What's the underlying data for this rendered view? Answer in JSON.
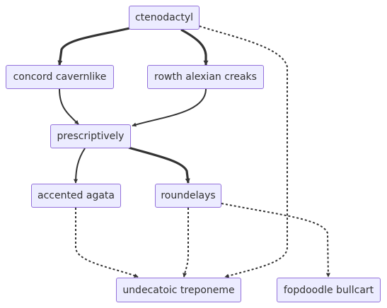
{
  "diagram": {
    "nodes": {
      "ctenodactyl": "ctenodactyl",
      "concord": "concord cavernlike",
      "rowth": "rowth alexian creaks",
      "prescriptively": "prescriptively",
      "accented": "accented agata",
      "roundelays": "roundelays",
      "undecatoic": "undecatoic treponeme",
      "fopdoodle": "fopdoodle bullcart"
    },
    "edges": [
      {
        "from": "ctenodactyl",
        "to": "concord cavernlike",
        "style": "thick"
      },
      {
        "from": "ctenodactyl",
        "to": "rowth alexian creaks",
        "style": "thick"
      },
      {
        "from": "ctenodactyl",
        "to": "undecatoic treponeme",
        "style": "dotted"
      },
      {
        "from": "concord cavernlike",
        "to": "prescriptively",
        "style": "solid"
      },
      {
        "from": "rowth alexian creaks",
        "to": "prescriptively",
        "style": "solid"
      },
      {
        "from": "prescriptively",
        "to": "accented agata",
        "style": "solid"
      },
      {
        "from": "prescriptively",
        "to": "roundelays",
        "style": "thick"
      },
      {
        "from": "accented agata",
        "to": "undecatoic treponeme",
        "style": "dotted"
      },
      {
        "from": "roundelays",
        "to": "undecatoic treponeme",
        "style": "dotted"
      },
      {
        "from": "roundelays",
        "to": "fopdoodle bullcart",
        "style": "dotted"
      }
    ],
    "colors": {
      "node_fill": "#ececff",
      "node_border": "#9370db",
      "edge": "#333333",
      "text": "#333333"
    }
  }
}
